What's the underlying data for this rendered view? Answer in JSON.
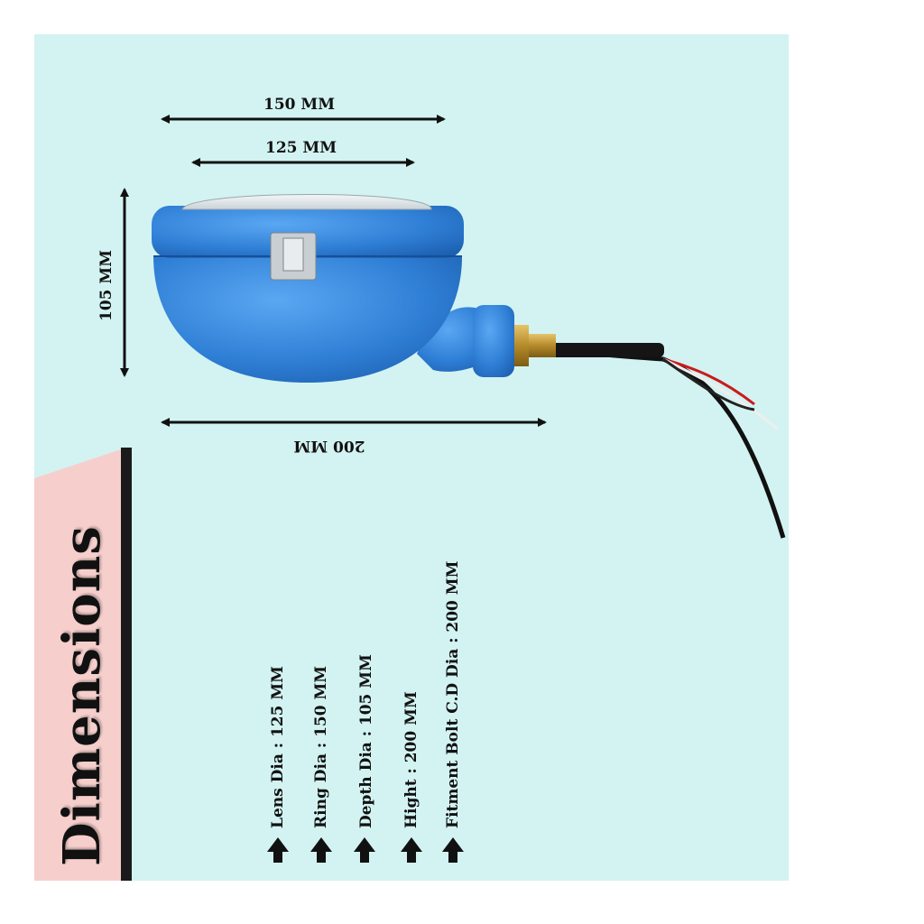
{
  "colors": {
    "background": "#d2f3f2",
    "title_panel": "#f6cfcc",
    "lamp_body": "#2f7fd6",
    "arrow": "#111111"
  },
  "title": "Dimensions",
  "dimensions": {
    "top_outer": "150 MM",
    "top_inner": "125 MM",
    "side": "105 MM",
    "bottom": "200 MM"
  },
  "specs": [
    {
      "label": "Lens Dia : 125 MM",
      "icon": "up-arrow-icon"
    },
    {
      "label": "Ring Dia : 150 MM",
      "icon": "up-arrow-icon"
    },
    {
      "label": "Depth Dia : 105 MM",
      "icon": "up-arrow-icon"
    },
    {
      "label": "Hight  : 200 MM",
      "icon": "up-arrow-icon"
    },
    {
      "label": "Fitment Bolt C.D Dia : 200 MM",
      "icon": "up-arrow-icon"
    }
  ]
}
